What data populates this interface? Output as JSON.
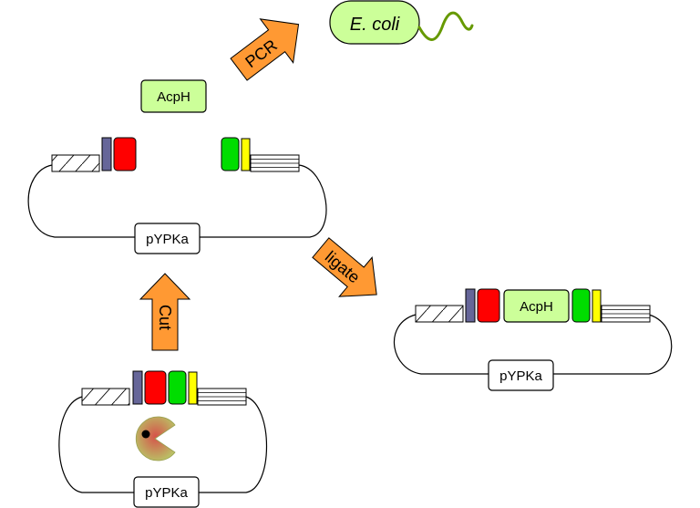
{
  "organism": {
    "label": "E. coli"
  },
  "steps": {
    "pcr": "PCR",
    "cut": "Cut",
    "ligate": "ligate"
  },
  "insert": {
    "label": "AcpH"
  },
  "vector": {
    "label": "pYPKa"
  },
  "colors": {
    "ecoli_fill": "#ccff99",
    "flagellum": "#669900",
    "arrow": "#ff9933",
    "insert_fill": "#ccff99",
    "blue_block": "#666699",
    "red_block": "#ff0000",
    "green_block": "#00dd00",
    "yellow_block": "#ffff00",
    "pacman_outer": "#b8c262",
    "pacman_inner": "#d45a4a"
  }
}
